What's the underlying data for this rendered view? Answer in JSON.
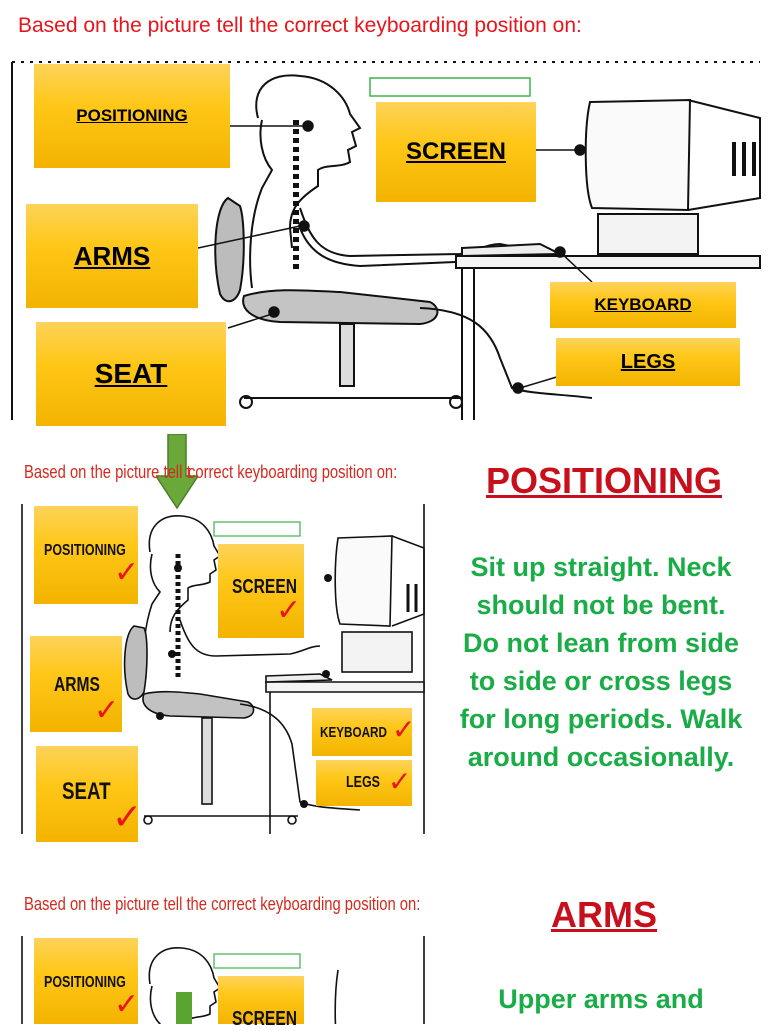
{
  "instruction": "Based on the picture tell the correct keyboarding position on:",
  "main_labels": {
    "positioning": "POSITIONING",
    "screen": "SCREEN",
    "arms": "ARMS",
    "seat": "SEAT",
    "keyboard": "KEYBOARD",
    "legs": "LEGS"
  },
  "thumb1": {
    "instruction_left": "Based on the picture tell t",
    "instruction_right": "correct keyboarding position on:"
  },
  "thumb2": {
    "instruction": "Based on the picture tell the correct keyboarding position on:"
  },
  "tick_mark": "✓",
  "section1": {
    "title": "POSITIONING",
    "body": "Sit up straight. Neck should not be bent. Do not lean from side to side or cross legs for long periods. Walk around occasionally."
  },
  "section2": {
    "title": "ARMS",
    "body": "Upper arms and"
  },
  "colors": {
    "instruction_red": "#e8151b",
    "title_red": "#c8101c",
    "body_green": "#1aac47",
    "card_yellow": "#ffc718",
    "arrow_green": "#6aa839"
  }
}
